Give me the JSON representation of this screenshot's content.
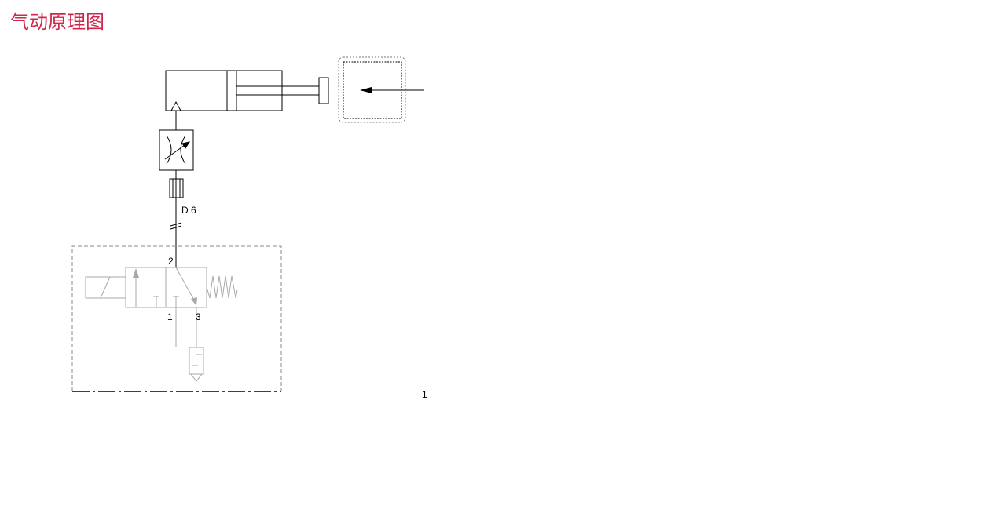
{
  "title": "气动原理图",
  "labels": {
    "tube": "D 6",
    "port_out": "2",
    "port_in": "1",
    "port_exhaust": "3",
    "item_number": "1"
  },
  "colors": {
    "title": "#d0264b",
    "line": "#000000",
    "valve_line": "#a8a8a8",
    "boundary": "#555555"
  },
  "icons": {
    "cylinder": "single-acting-cylinder-icon",
    "flow_control": "adjustable-flow-control-icon",
    "fitting": "push-in-fitting-icon",
    "valve": "3-2-solenoid-valve-icon",
    "silencer": "silencer-icon"
  }
}
